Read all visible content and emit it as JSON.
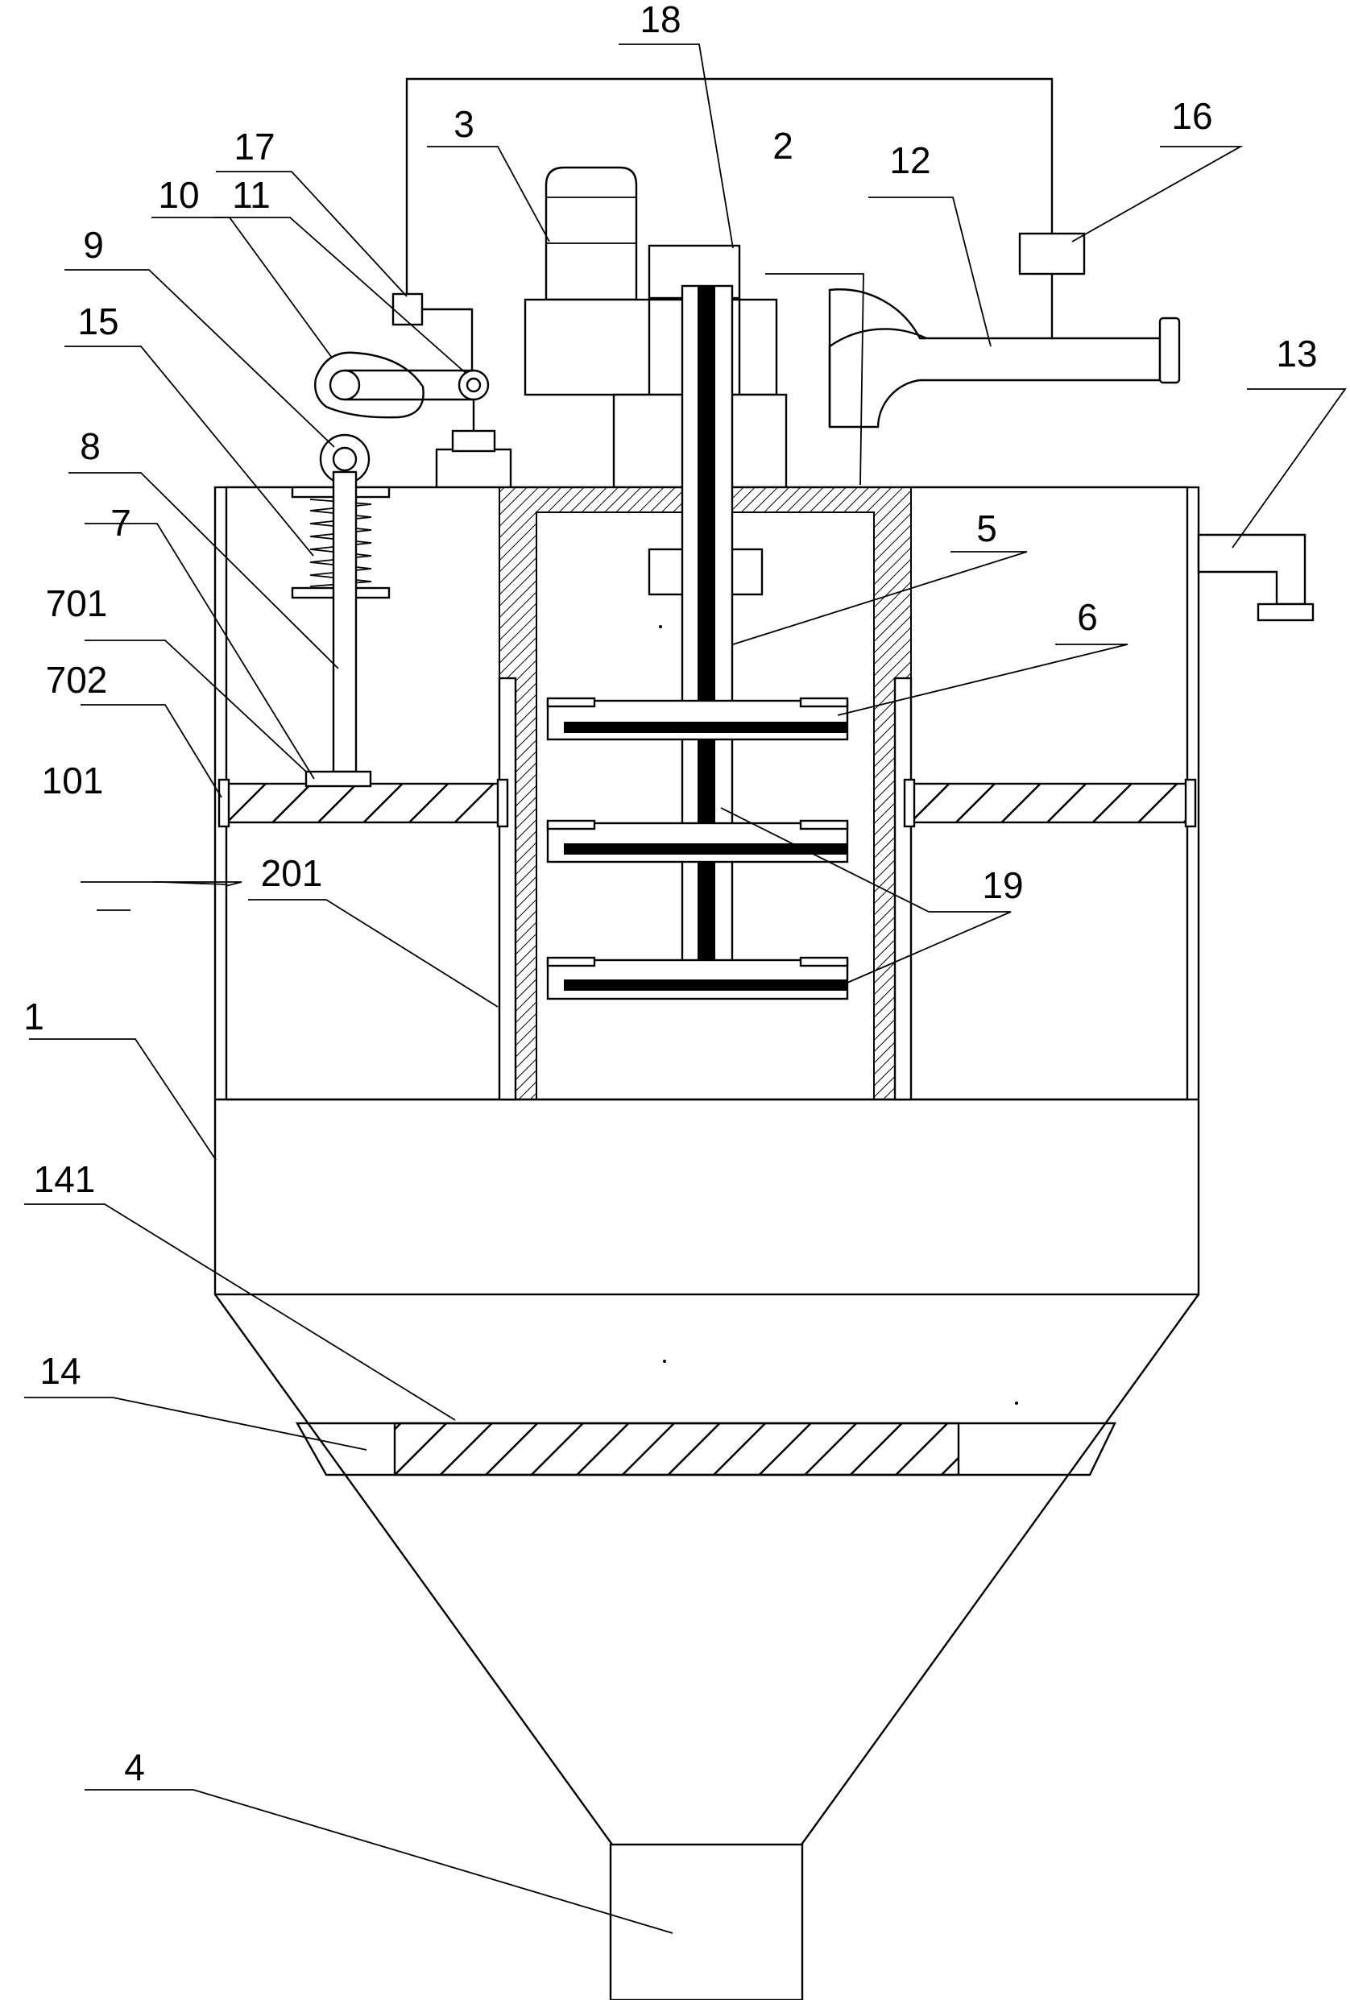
{
  "labels": {
    "l1": "1",
    "l2": "2",
    "l3": "3",
    "l4": "4",
    "l5": "5",
    "l6": "6",
    "l7": "7",
    "l8": "8",
    "l9": "9",
    "l10": "10",
    "l11": "11",
    "l12": "12",
    "l13": "13",
    "l14": "14",
    "l15": "15",
    "l16": "16",
    "l17": "17",
    "l18": "18",
    "l19": "19",
    "l101": "101",
    "l141": "141",
    "l201": "201",
    "l701": "701",
    "l702": "702"
  }
}
